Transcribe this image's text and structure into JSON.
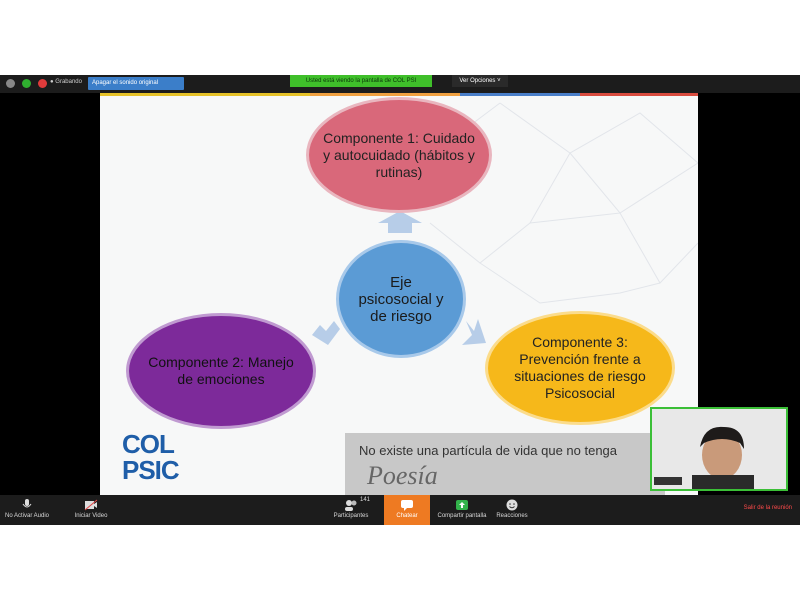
{
  "topbar": {
    "recording": "● Grabando",
    "subtitle_button": "Apagar el sonido original",
    "share_banner": "Usted está viendo la pantalla de COL PSI",
    "view_options": "Ver Opciones ˅"
  },
  "slide": {
    "component1": "Componente 1: Cuidado y autocuidado (hábitos y rutinas)",
    "center": "Eje psicosocial y de riesgo",
    "component2": "Componente 2: Manejo de emociones",
    "component3": "Componente 3: Prevención frente a situaciones de riesgo Psicosocial",
    "quote": "No existe una partícula de vida que no tenga",
    "quote_overlay": "Poesía",
    "logo_line1": "COL",
    "logo_line2": "PSIC"
  },
  "bottombar": {
    "mute": "No Activar Audio",
    "video": "Iniciar Video",
    "participants": "Participantes",
    "participants_count": "141",
    "chat": "Chatear",
    "share": "Compartir pantalla",
    "reactions": "Reacciones",
    "leave": "Salir de la reunión"
  },
  "colors": {
    "accent_green": "#3fbf2a",
    "chat_orange": "#ee7a22",
    "leave_red": "#ff4b4b"
  }
}
